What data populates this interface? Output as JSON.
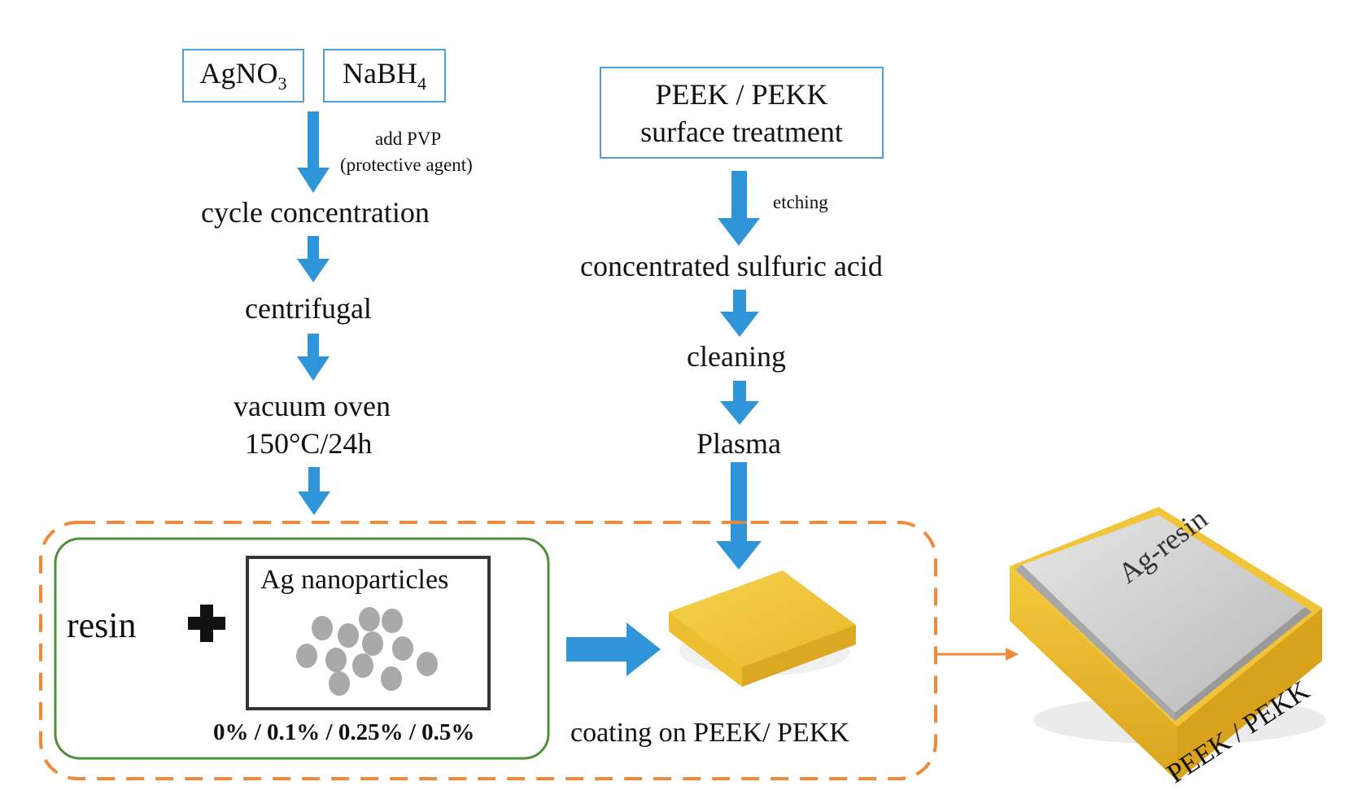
{
  "left_flow": {
    "reagent1_base": "AgNO",
    "reagent1_sub": "3",
    "reagent2_base": "NaBH",
    "reagent2_sub": "4",
    "note_line1": "add PVP",
    "note_line2": "(protective agent)",
    "step1": "cycle concentration",
    "step2": "centrifugal",
    "step3_line1": "vacuum oven",
    "step3_line2": "150°C/24h"
  },
  "right_flow": {
    "box_line1": "PEEK / PEKK",
    "box_line2": "surface treatment",
    "note": "etching",
    "step1": "concentrated sulfuric acid",
    "step2": "cleaning",
    "step3": "Plasma"
  },
  "mixture": {
    "resin": "resin",
    "nanoparticles": "Ag nanoparticles",
    "concentrations": "0% / 0.1% / 0.25% / 0.5%"
  },
  "coating": {
    "label": "coating on PEEK/ PEKK"
  },
  "product": {
    "top_label": "Ag-resin",
    "side_label": "PEEK / PEKK"
  },
  "colors": {
    "arrow_blue": "#2f95d8",
    "box_border_blue": "#4e9fd4",
    "dashed_orange": "#ef8a3a",
    "green_border": "#4f8f3a",
    "gold": "#f2c53d",
    "silver": "#c9c9c9",
    "particle_gray": "#a9a9a9"
  }
}
